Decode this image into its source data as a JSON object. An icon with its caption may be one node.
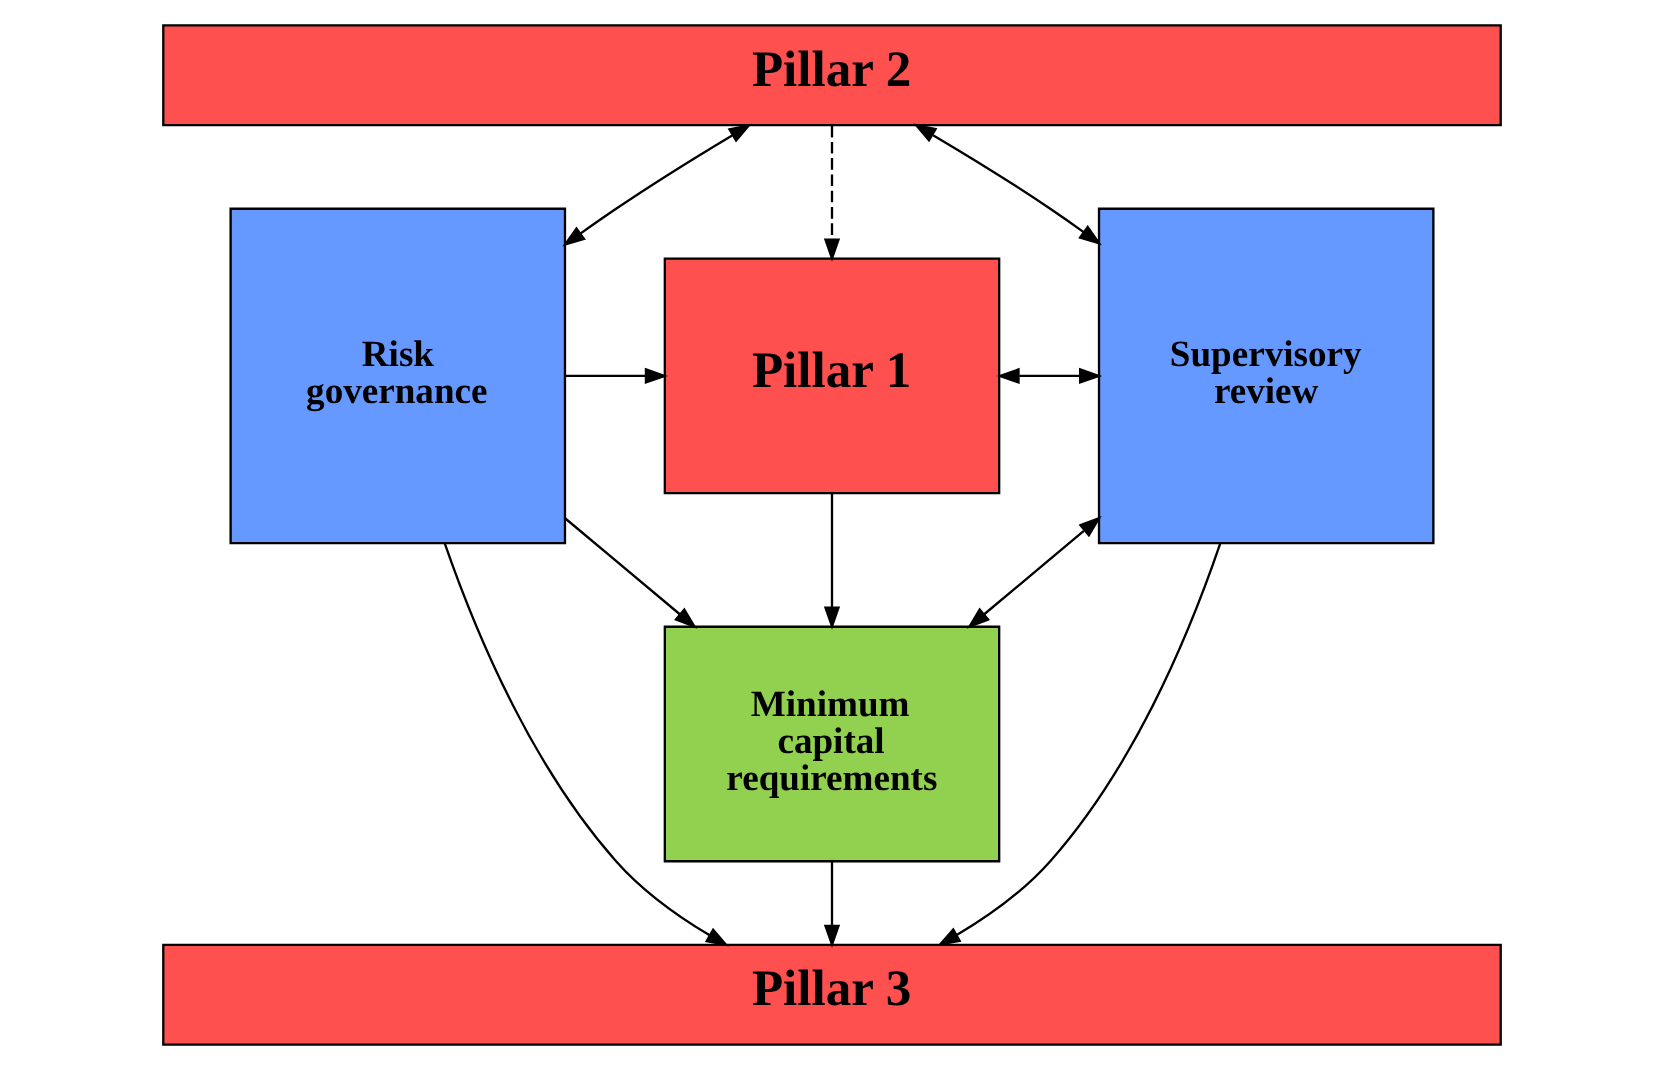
{
  "diagram": {
    "nodes": [
      {
        "text": [
          "Pillar 2"
        ]
      },
      {
        "text": [
          "Risk governance"
        ]
      },
      {
        "text": [
          "Pillar 1"
        ]
      },
      {
        "text": [
          "Supervisory review"
        ]
      },
      {
        "text": [
          "Minimum capital requirements"
        ]
      },
      {
        "text": [
          "Pillar 3"
        ]
      }
    ],
    "edges": [
      {
        "from": 0,
        "to": 1,
        "arrow": "both"
      },
      {
        "from": 0,
        "to": 2,
        "arrow": "to",
        "style": "dashed"
      },
      {
        "from": 0,
        "to": 3,
        "arrow": "both"
      },
      {
        "from": 1,
        "to": 2,
        "arrow": "to"
      },
      {
        "from": 2,
        "to": 3,
        "arrow": "both"
      },
      {
        "from": 2,
        "to": 4,
        "arrow": "to"
      },
      {
        "from": 1,
        "to": 4,
        "arrow": "to"
      },
      {
        "from": 4,
        "to": 3,
        "arrow": "both"
      },
      {
        "from": 1,
        "to": 5,
        "arrow": "to"
      },
      {
        "from": 4,
        "to": 5,
        "arrow": "to"
      },
      {
        "from": 3,
        "to": 5,
        "arrow": "to"
      }
    ]
  }
}
